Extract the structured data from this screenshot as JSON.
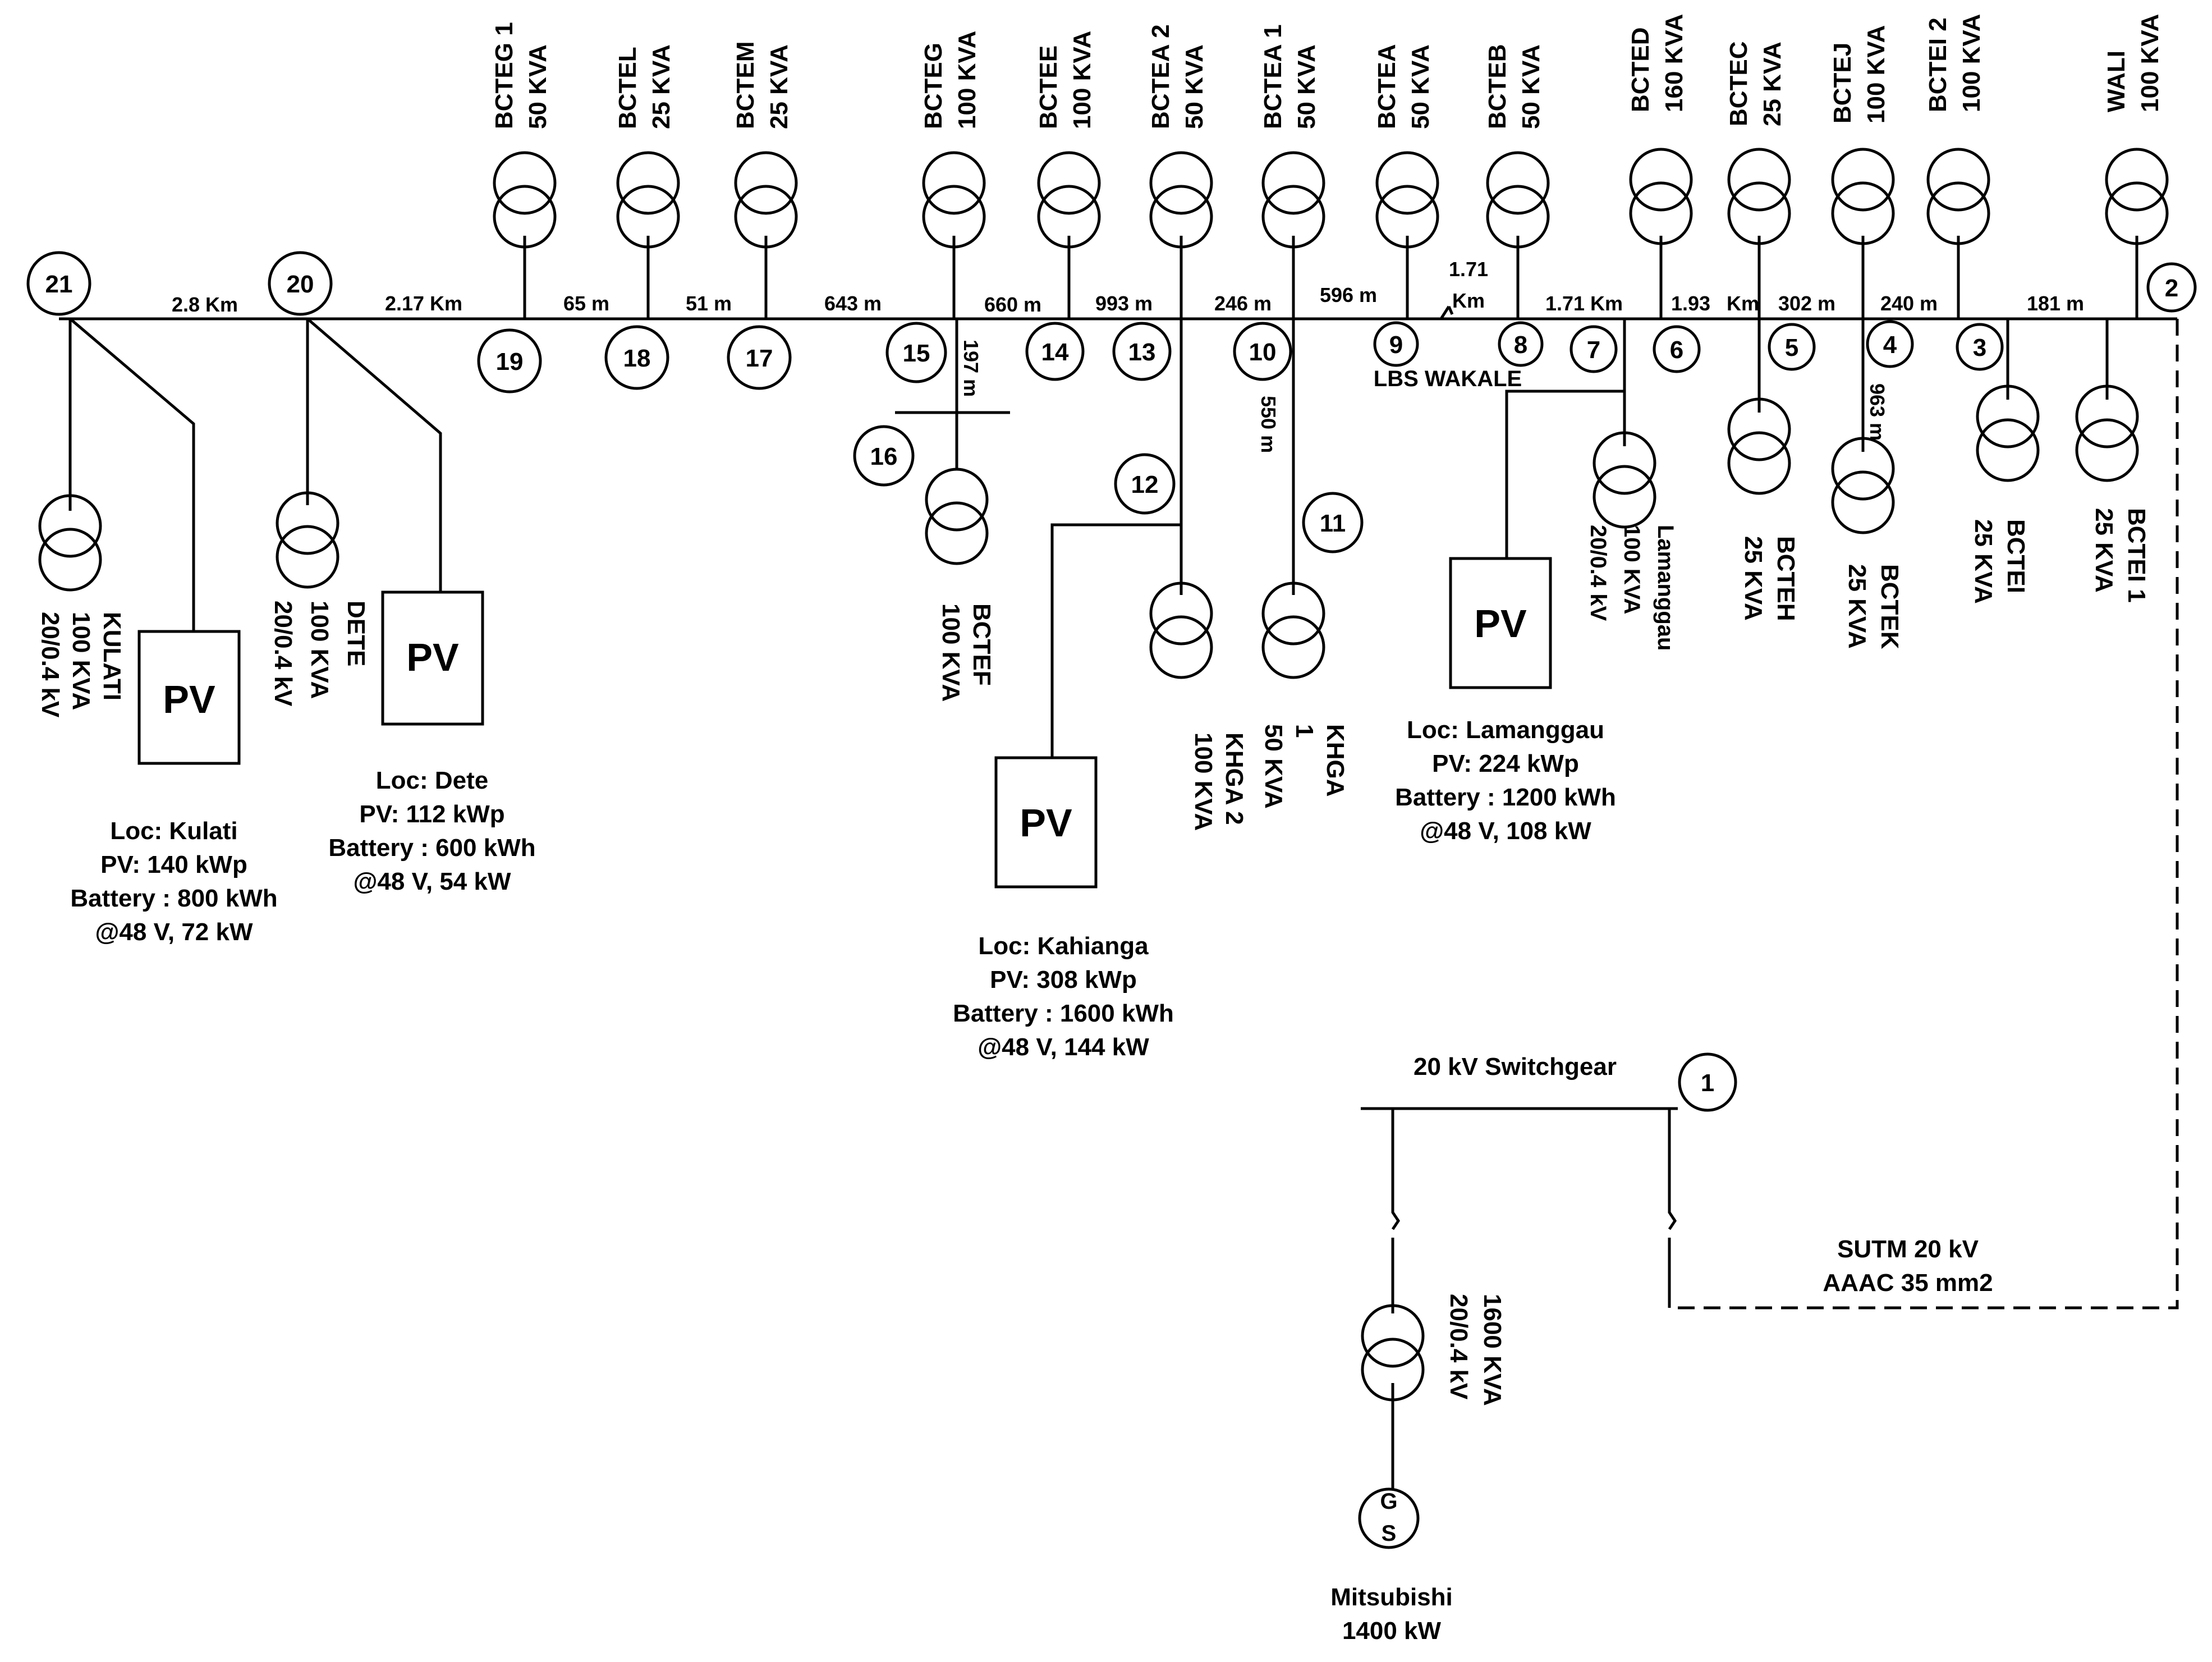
{
  "nodes": {
    "n1": "1",
    "n2": "2",
    "n3": "3",
    "n4": "4",
    "n5": "5",
    "n6": "6",
    "n7": "7",
    "n8": "8",
    "n9": "9",
    "n10": "10",
    "n11": "11",
    "n12": "12",
    "n13": "13",
    "n14": "14",
    "n15": "15",
    "n16": "16",
    "n17": "17",
    "n18": "18",
    "n19": "19",
    "n20": "20",
    "n21": "21"
  },
  "distances": {
    "d_21_20": "2.8 Km",
    "d_20_19": "2.17 Km",
    "d_19_18": "65 m",
    "d_18_17": "51 m",
    "d_17_15": "643 m",
    "d_15_16": "197 m",
    "d_15_14": "660 m",
    "d_14_13": "993 m",
    "d_13_10": "246 m",
    "d_10_11": "550 m",
    "d_10_9": "596 m",
    "d_9_8_a": "1.71",
    "d_9_8_b": "Km",
    "d_8_7": "1.71 Km",
    "d_7_6": "1.93",
    "d_6_5": "Km",
    "d_5_4": "302 m",
    "d_4_bctek": "963 m",
    "d_4_3": "240 m",
    "d_3_2": "181 m"
  },
  "transformers_top": {
    "bcteg1": [
      "BCTEG 1",
      "50 KVA"
    ],
    "bctel": [
      "BCTEL",
      "25 KVA"
    ],
    "bctem": [
      "BCTEM",
      "25 KVA"
    ],
    "bcteg": [
      "BCTEG",
      "100 KVA"
    ],
    "bctee": [
      "BCTEE",
      "100 KVA"
    ],
    "bctea2": [
      "BCTEA 2",
      "50 KVA"
    ],
    "bctea1": [
      "BCTEA 1",
      "50 KVA"
    ],
    "bctea": [
      "BCTEA",
      "50 KVA"
    ],
    "bcteb": [
      "BCTEB",
      "50 KVA"
    ],
    "bcted": [
      "BCTED",
      "160 KVA"
    ],
    "bctec": [
      "BCTEC",
      "25 KVA"
    ],
    "bctej": [
      "BCTEJ",
      "100 KVA"
    ],
    "bctei2": [
      "BCTEI 2",
      "100 KVA"
    ],
    "wali": [
      "WALI",
      "100 KVA"
    ]
  },
  "transformers_bottom": {
    "kulati": [
      "KULATI",
      "100 KVA",
      "20/0.4 kV"
    ],
    "dete": [
      "DETE",
      "100 KVA",
      "20/0.4 kV"
    ],
    "bctef": [
      "BCTEF",
      "100 KVA"
    ],
    "khga2": [
      "KHGA 2",
      "100 KVA"
    ],
    "khga1": [
      "KHGA",
      "1",
      "50 KVA"
    ],
    "lamanggau": [
      "Lamanggau",
      "100 KVA",
      "20/0.4 kV"
    ],
    "bcteh": [
      "BCTEH",
      "25 KVA"
    ],
    "bctek": [
      "BCTEK",
      "25 KVA"
    ],
    "bctei": [
      "BCTEI",
      "25 KVA"
    ],
    "bctei1": [
      "BCTEI 1",
      "25 KVA"
    ],
    "gen_tx": [
      "1600 KVA",
      "20/0.4 kV"
    ]
  },
  "pv": {
    "label": "PV",
    "kulati": [
      "Loc: Kulati",
      "PV: 140  kWp",
      "Battery : 800 kWh",
      "@48 V, 72  kW"
    ],
    "dete": [
      "Loc: Dete",
      "PV: 112  kWp",
      "Battery : 600 kWh",
      "@48 V, 54  kW"
    ],
    "kahianga": [
      "Loc: Kahianga",
      "PV: 308  kWp",
      "Battery : 1600 kWh",
      "@48 V, 144  kW"
    ],
    "lamanggau": [
      "Loc: Lamanggau",
      "PV: 224  kWp",
      "Battery : 1200 kWh",
      "@48 V, 108 kW"
    ]
  },
  "lbs": "LBS WAKALE",
  "switchgear": "20 kV Switchgear",
  "line": [
    "SUTM 20 kV",
    "AAAC 35 mm2"
  ],
  "generator": {
    "symbol_g": "G",
    "symbol_s": "S",
    "name": "Mitsubishi",
    "rating": "1400 kW"
  }
}
